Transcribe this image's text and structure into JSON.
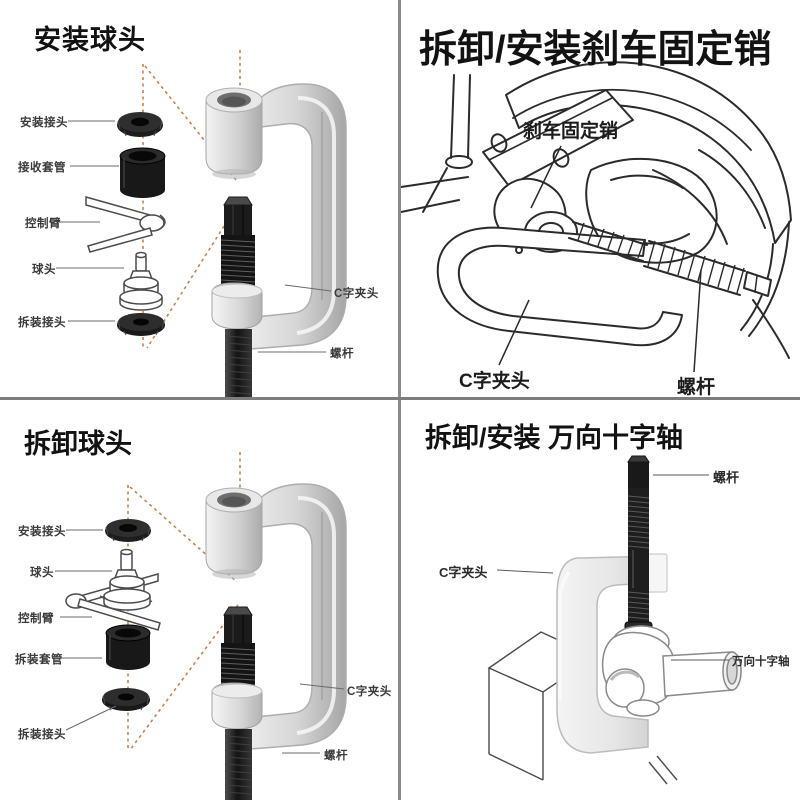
{
  "panels": {
    "p1": {
      "title": "安装球头",
      "labels": {
        "install_adapter": "安装接头",
        "receiving_sleeve": "接收套管",
        "control_arm": "控制臂",
        "ball_joint": "球头",
        "service_adapter": "拆装接头",
        "c_clamp": "C字夹头",
        "screw": "螺杆"
      }
    },
    "p2": {
      "title": "拆卸/安装刹车固定销",
      "labels": {
        "brake_pin": "刹车固定销",
        "c_clamp": "C字夹头",
        "screw": "螺杆"
      }
    },
    "p3": {
      "title": "拆卸球头",
      "labels": {
        "install_adapter": "安装接头",
        "ball_joint": "球头",
        "control_arm": "控制臂",
        "service_sleeve": "拆装套管",
        "service_adapter": "拆装接头",
        "c_clamp": "C字夹头",
        "screw": "螺杆"
      }
    },
    "p4": {
      "title": "拆卸/安装 万向十字轴",
      "labels": {
        "screw": "螺杆",
        "c_clamp": "C字夹头",
        "universal_cross": "万向十字轴"
      }
    }
  },
  "colors": {
    "divider": "#8a8a8a",
    "guide_dash": "#c9824e",
    "line_art": "#2b2b2b",
    "metal_light": "#f2f2f2",
    "metal_dark": "#9a9a9a",
    "part_black": "#1a1a1a"
  }
}
